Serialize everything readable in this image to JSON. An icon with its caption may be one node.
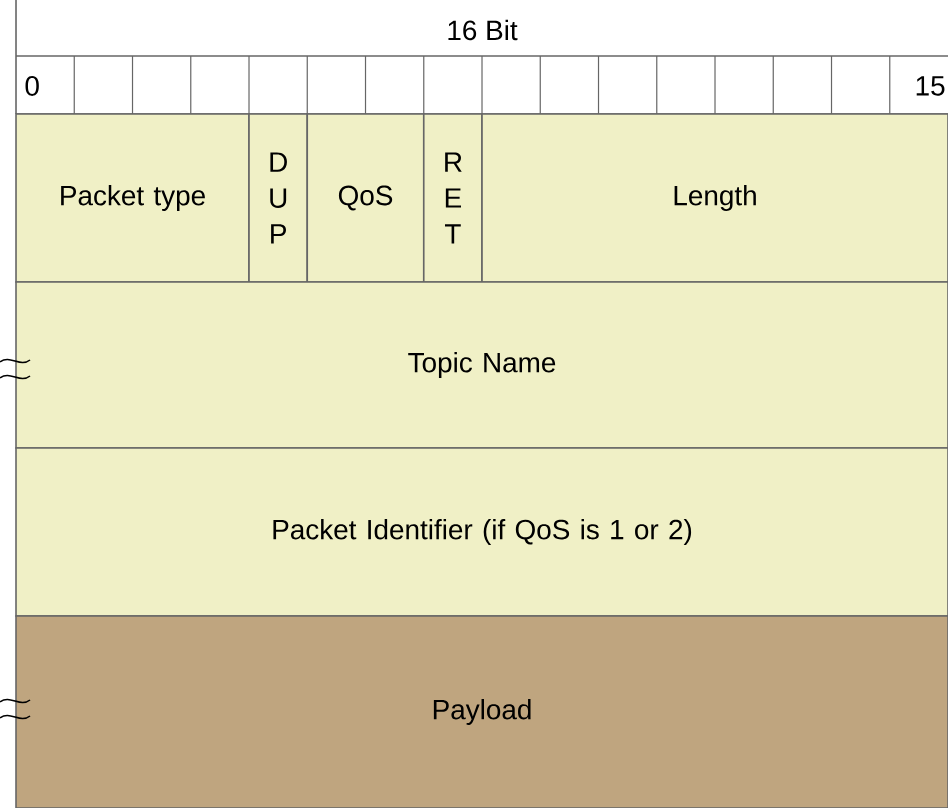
{
  "diagram": {
    "nodes": [
      {
        "text": [
          "Packet type"
        ]
      },
      {
        "text": [
          "D U P"
        ]
      },
      {
        "text": [
          "QoS"
        ]
      },
      {
        "text": [
          "R E T"
        ]
      },
      {
        "text": [
          "Length"
        ]
      },
      {
        "text": [
          "Topic Name"
        ]
      },
      {
        "text": [
          "Packet Identifier (if QoS is 1 or 2)"
        ]
      },
      {
        "text": [
          "Payload"
        ]
      }
    ],
    "labels": [
      "16 Bit",
      "0",
      "15"
    ]
  }
}
